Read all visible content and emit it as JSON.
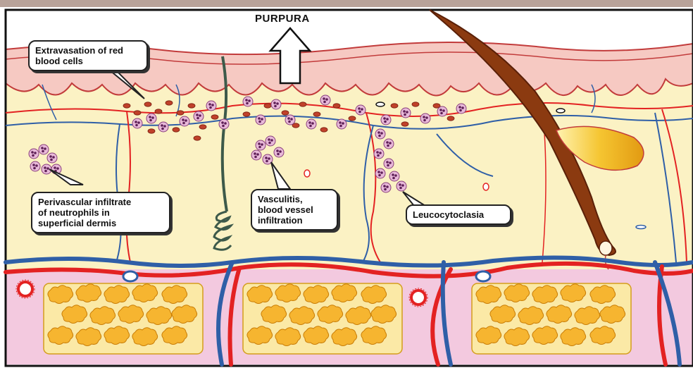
{
  "diagram": {
    "title": "PURPURA",
    "labels": {
      "extravasation": "Extravasation of red\nblood cells",
      "perivascular": "Perivascular infiltrate\nof neutrophils in\nsuperficial dermis",
      "vasculitis": "Vasculitis,\nblood vessel\ninfiltration",
      "leucocytoclasia": "Leucocytoclasia"
    }
  },
  "colors": {
    "epidermis": "#f6c9c2",
    "dermis": "#fbf2c4",
    "subcutis": "#f3c9df",
    "fat": "#f6b530",
    "artery": "#e32222",
    "vein": "#2f5fa7",
    "nerve": "#3d5a4a",
    "hair": "#8b3a10",
    "neutrophil": "#e6b8d8",
    "rbc": "#c0412a"
  }
}
